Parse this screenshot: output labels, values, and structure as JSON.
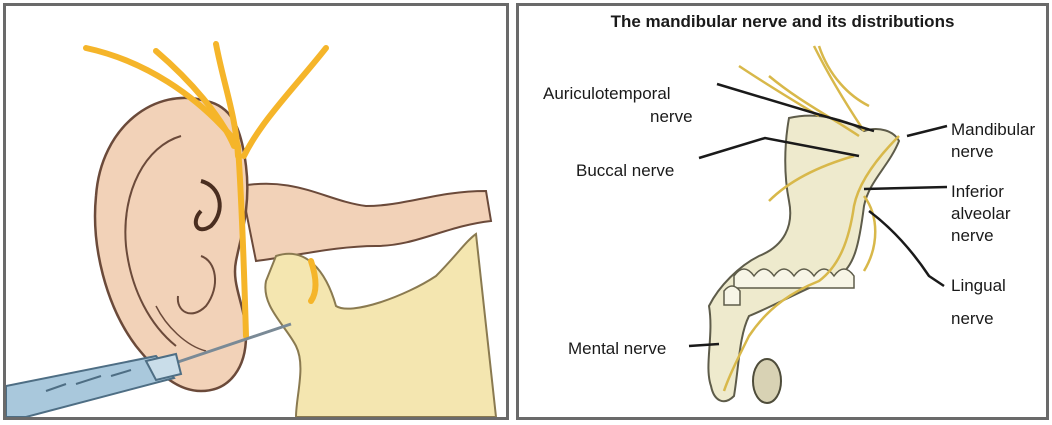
{
  "left_panel": {
    "description_icons": [
      "ear-icon",
      "syringe-icon",
      "nerve-icon"
    ]
  },
  "right_panel": {
    "title": "The mandibular nerve and its distributions",
    "labels": {
      "auriculotemporal_line1": "Auriculotemporal",
      "auriculotemporal_line2": "nerve",
      "buccal": "Buccal nerve",
      "mental": "Mental nerve",
      "mandibular_line1": "Mandibular",
      "mandibular_line2": "nerve",
      "inferior_alveolar_line1": "Inferior",
      "inferior_alveolar_line2": "alveolar",
      "inferior_alveolar_line3": "nerve",
      "lingual_line1": "Lingual",
      "lingual_line2": "nerve"
    }
  },
  "colors": {
    "nerve": "#f5b52a",
    "skin": "#f2d2b8",
    "bone": "#f4e6b0",
    "syringe": "#a9c8dc",
    "border": "#6a6a6a"
  }
}
